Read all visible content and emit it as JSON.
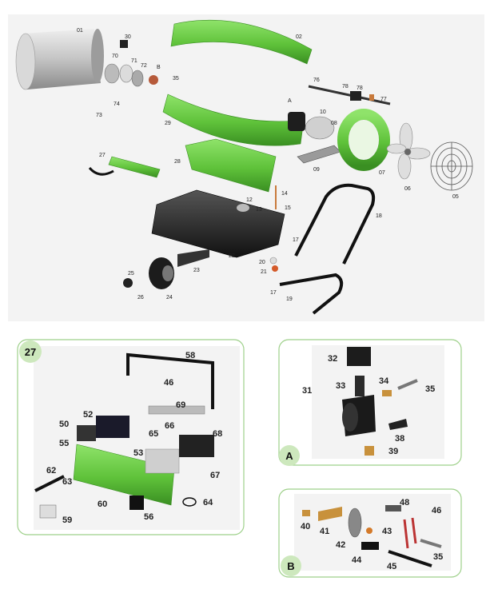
{
  "main_labels": [
    "01",
    "02",
    "30",
    "70",
    "71",
    "72",
    "B",
    "35",
    "76",
    "78",
    "78",
    "77",
    "A",
    "29",
    "10",
    "08",
    "73",
    "74",
    "27",
    "28",
    "09",
    "07",
    "06",
    "05",
    "14",
    "15",
    "12",
    "13",
    "18",
    "17",
    "20",
    "21",
    "22",
    "23",
    "25",
    "26",
    "24",
    "17",
    "19"
  ],
  "panel27": {
    "badge": "27",
    "labels": [
      "58",
      "46",
      "69",
      "52",
      "50",
      "66",
      "68",
      "55",
      "65",
      "53",
      "67",
      "62",
      "63",
      "60",
      "56",
      "64",
      "59"
    ]
  },
  "panelA": {
    "badge": "A",
    "labels": [
      "32",
      "31",
      "33",
      "34",
      "35",
      "38",
      "39"
    ]
  },
  "panelB": {
    "badge": "B",
    "labels": [
      "48",
      "46",
      "40",
      "41",
      "43",
      "42",
      "44",
      "45",
      "35"
    ]
  },
  "colors": {
    "green": "#6fd04a",
    "green_dark": "#3f9a2a",
    "panel_border": "#9ed08a",
    "badge_fill": "#cde8bd",
    "grey_bg": "#f2f2f2"
  }
}
